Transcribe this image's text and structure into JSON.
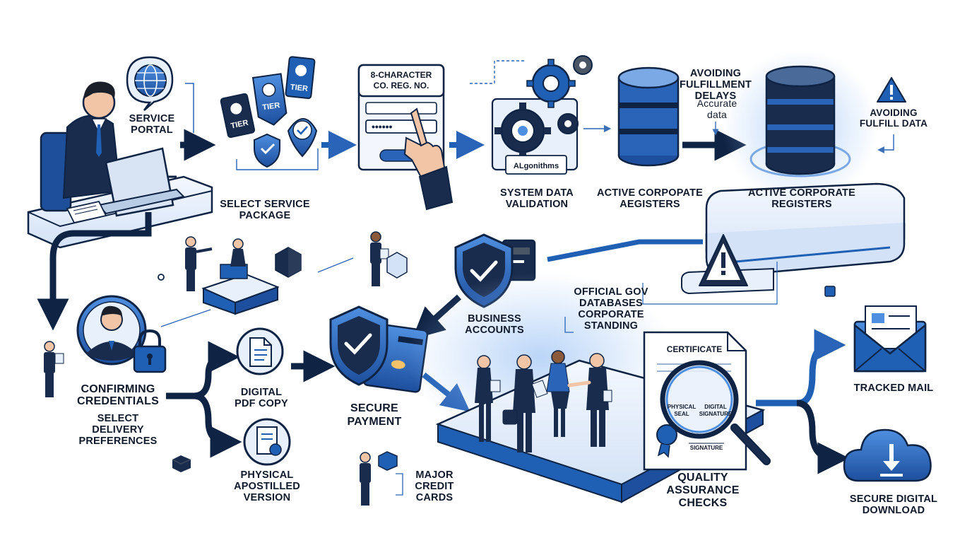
{
  "colors": {
    "navy": "#0f2344",
    "blue": "#1f5fb4",
    "mid_blue": "#3f7fd0",
    "light_blue": "#c9dcf5",
    "pale": "#e8f0fb",
    "grey": "#4a5566",
    "warning": "#1b2c4a"
  },
  "labels": {
    "service_portal": [
      "SERVICE",
      "PORTAL"
    ],
    "select_service_package": [
      "SELECT SERVICE",
      "PACKAGE"
    ],
    "tier_badge": "TIER",
    "registration_field": [
      "8-CHARACTER",
      "CO. REG. NO."
    ],
    "algorithms": "ALgonithms",
    "system_data_validation": [
      "SYSTEM DATA",
      "VALIDATION"
    ],
    "active_corpopate": [
      "ACTIVE CORPOPATE",
      "AEGISTERS"
    ],
    "avoiding_delays": [
      "AVOIDING",
      "FULFILLMENT",
      "DELAYS"
    ],
    "accurate_data": [
      "Accurate",
      "data"
    ],
    "active_corporate_registers": [
      "ACTIVE CORPORATE",
      "REGISTERS"
    ],
    "avoiding_fulfill": [
      "AVOIDING",
      "FULFILL DATA"
    ],
    "business_accounts": [
      "BUSINESS",
      "ACCOUNTS"
    ],
    "official_gov": [
      "OFFICIAL GOV",
      "DATABASES",
      "CORPORATE",
      "STANDING"
    ],
    "confirming_credentials": [
      "CONFIRMING",
      "CREDENTIALS"
    ],
    "select_delivery": [
      "SELECT",
      "DELIVERY",
      "PREFERENCES"
    ],
    "digital_pdf_copy": [
      "DIGITAL",
      "PDF COPY"
    ],
    "physical_apostilled": [
      "PHYSICAL",
      "APOSTILLED",
      "VERSION"
    ],
    "secure_payment": [
      "SECURE",
      "PAYMENT"
    ],
    "major_credit_cards": [
      "MAJOR",
      "CREDIT",
      "CARDS"
    ],
    "certificate_title": "CERTIFICATE",
    "physical_seal": [
      "PHYSICAL",
      "SEAL"
    ],
    "digital_signature": [
      "DIGITAL",
      "SIGNATURE"
    ],
    "signature": "SIGNATURE",
    "quality_assurance": [
      "QUALITY",
      "ASSURANCE",
      "CHECKS"
    ],
    "tracked_mail": "TRACKED MAIL",
    "secure_digital_download": [
      "SECURE DIGITAL",
      "DOWNLOAD"
    ]
  }
}
